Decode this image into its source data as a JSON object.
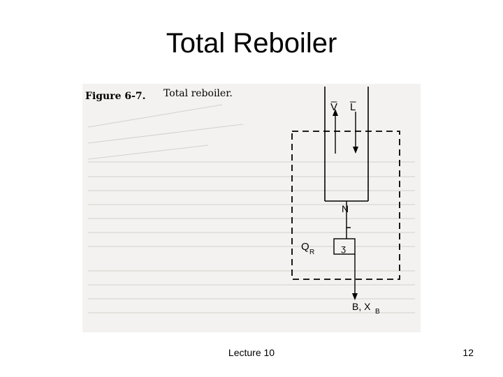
{
  "slide": {
    "title": "Total Reboiler",
    "footer": "Lecture 10",
    "page_number": "12"
  },
  "figure": {
    "caption_number": "Figure 6-7.",
    "caption_text": "Total reboiler.",
    "labels": {
      "vapor": "V̅",
      "liquid": "L̅",
      "stage": "N",
      "heat": "Q",
      "heat_sub": "R",
      "bottoms": "B, X",
      "bottoms_sub": "B"
    }
  }
}
